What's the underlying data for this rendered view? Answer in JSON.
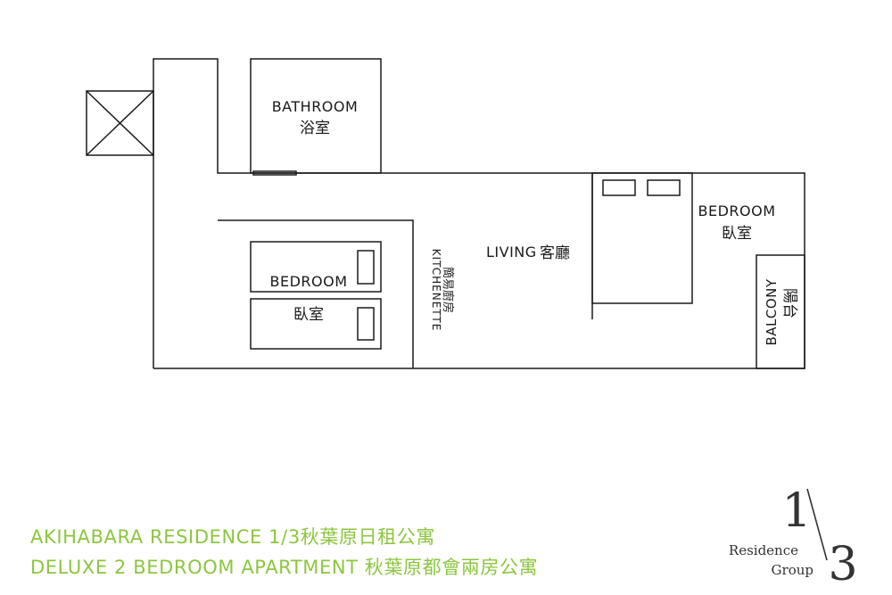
{
  "rooms": {
    "bathroom": {
      "en": "BATHROOM",
      "zh": "浴室"
    },
    "bedroom_left": {
      "en": "BEDROOM",
      "zh": "臥室"
    },
    "bedroom_right": {
      "en": "BEDROOM",
      "zh": "臥室"
    },
    "kitchenette": {
      "en": "KITCHENETTE",
      "zh": "簡易廚房"
    },
    "living": {
      "en": "LIVING",
      "zh": "客廳"
    },
    "balcony": {
      "en": "BALCONY",
      "zh": "陽台"
    }
  },
  "footer": {
    "line1": "AKIHABARA RESIDENCE  1/3秋葉原日租公寓",
    "line2": "DELUXE 2 BEDROOM APARTMENT   秋葉原都會兩房公寓",
    "color": "#8cc63f"
  },
  "logo": {
    "numerator": "1",
    "slash": "/",
    "denominator": "3",
    "word1": "Residence",
    "word2": "Group"
  }
}
